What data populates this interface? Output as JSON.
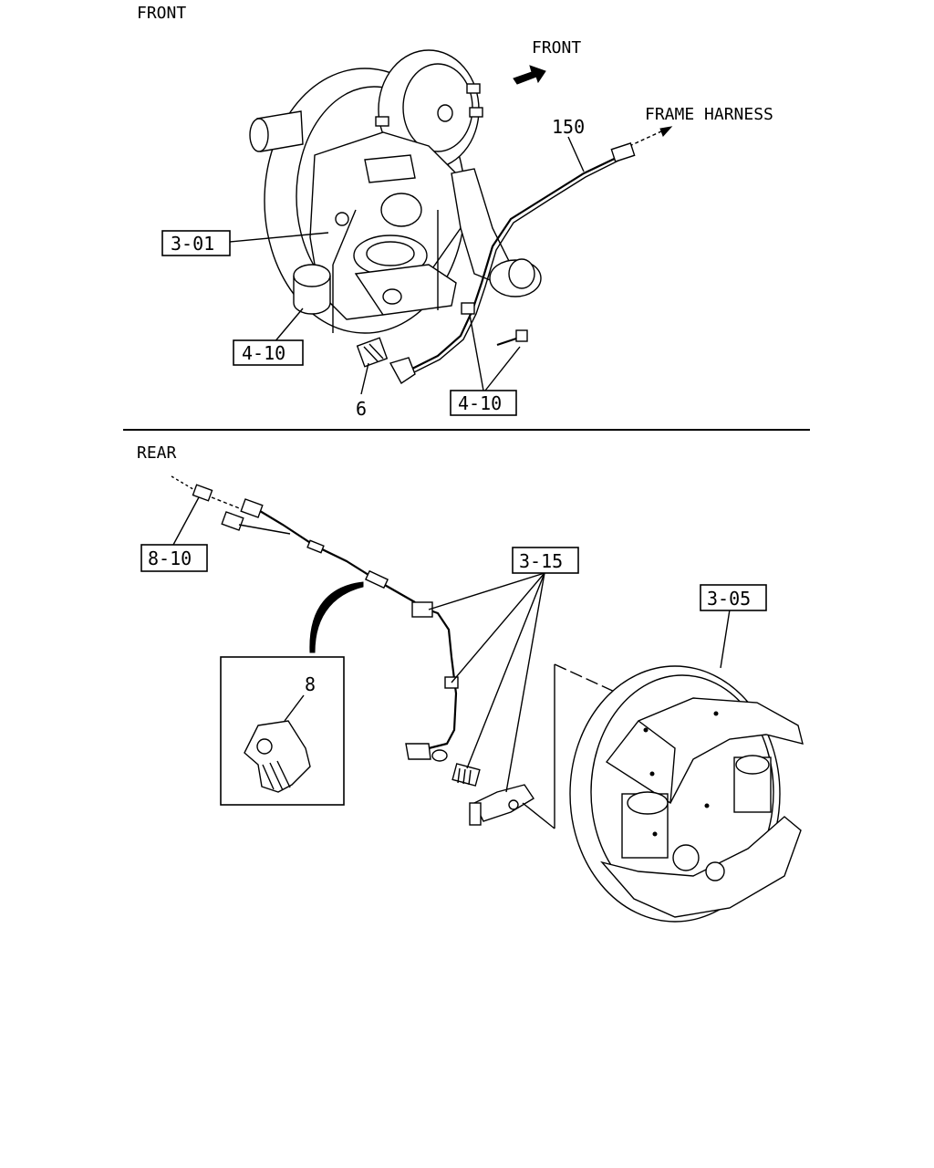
{
  "sections": {
    "front_heading": "FRONT",
    "rear_heading": "REAR"
  },
  "front": {
    "direction_label": "FRONT",
    "harness_label": "FRAME HARNESS",
    "callouts": {
      "harness_number": "150",
      "knuckle_ref": "3-01",
      "bushing_ref": "4-10",
      "bolt_ref": "4-10",
      "sensor_number": "6"
    }
  },
  "rear": {
    "callouts": {
      "connector_ref": "8-10",
      "clip_ref": "3-15",
      "brake_ref": "3-05",
      "clip_detail_number": "8"
    }
  }
}
